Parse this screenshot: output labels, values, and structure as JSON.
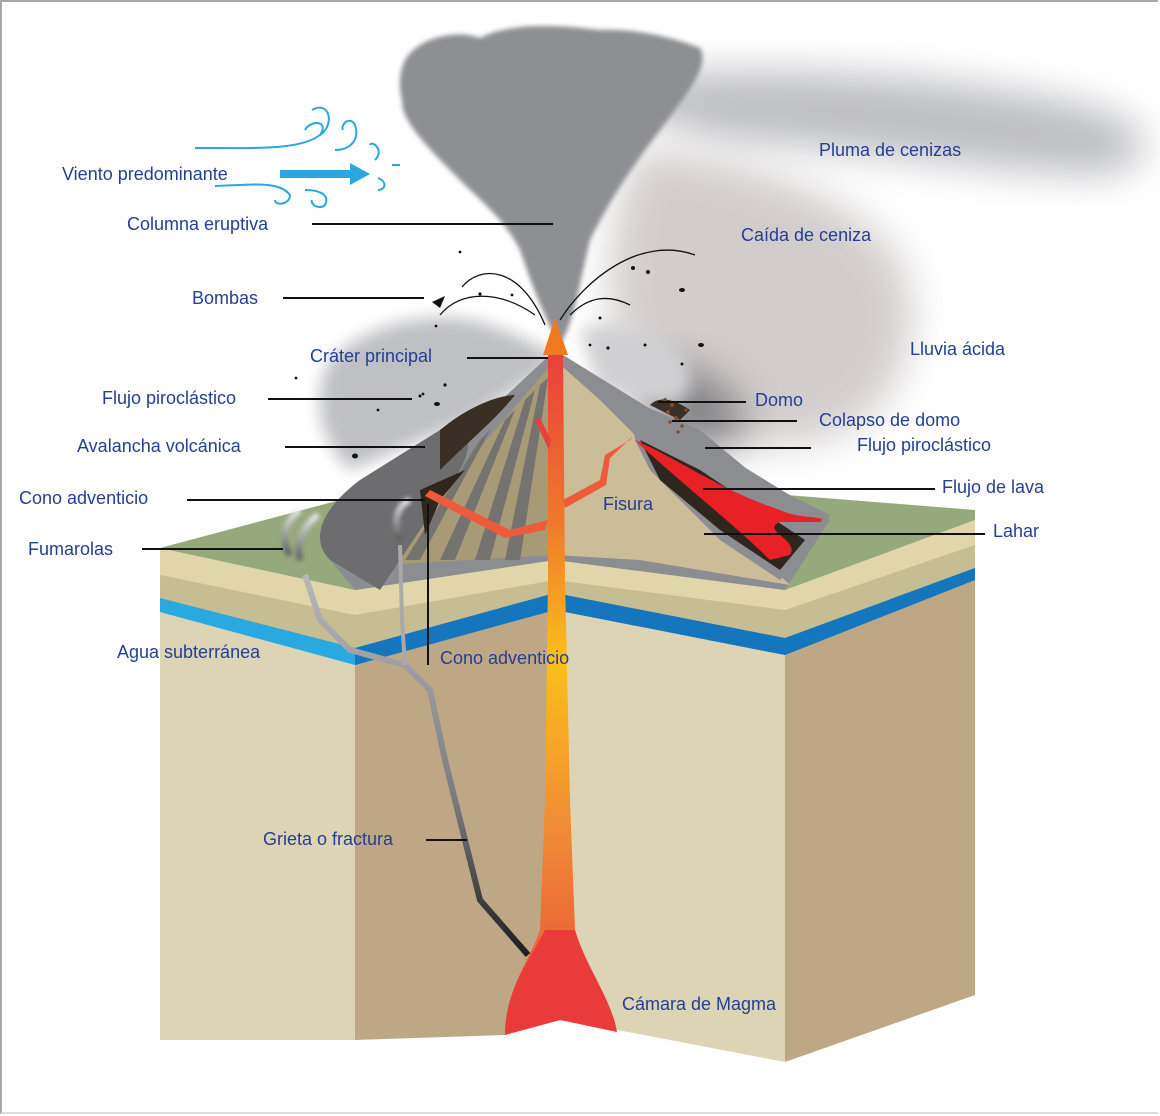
{
  "title": "Diagrama de un volcán",
  "colors": {
    "label_text": "#243f93",
    "wind": "#2aa7df",
    "magma_top": "#e8403c",
    "magma_mid": "#fbbf1a",
    "magma_chamber": "#ea3b3b",
    "ground_light": "#ddd3b5",
    "ground_dark": "#bea784",
    "groundwater_light": "#28aae1",
    "groundwater_dark": "#1576be",
    "grass": "#96a97c",
    "ash_column": "#8e8f93",
    "ash_plume": "#bdbec2"
  },
  "labels": {
    "wind": "Viento predominante",
    "eruption_column": "Columna eruptiva",
    "ash_plume": "Pluma de cenizas",
    "ash_fall": "Caída de ceniza",
    "bombs": "Bombas",
    "main_crater": "Cráter principal",
    "acid_rain": "Lluvia ácida",
    "pyroclastic_flow_left": "Flujo piroclástico",
    "dome": "Domo",
    "dome_collapse": "Colapso de domo",
    "pyroclastic_flow_right": "Flujo piroclástico",
    "volcanic_avalanche": "Avalancha volcánica",
    "parasitic_cone_top": "Cono adventicio",
    "fissure": "Fisura",
    "lava_flow": "Flujo de lava",
    "fumaroles": "Fumarolas",
    "lahar": "Lahar",
    "groundwater": "Agua subterránea",
    "parasitic_cone_bottom": "Cono adventicio",
    "crack_fracture": "Grieta o fractura",
    "magma_chamber": "Cámara de Magma"
  }
}
